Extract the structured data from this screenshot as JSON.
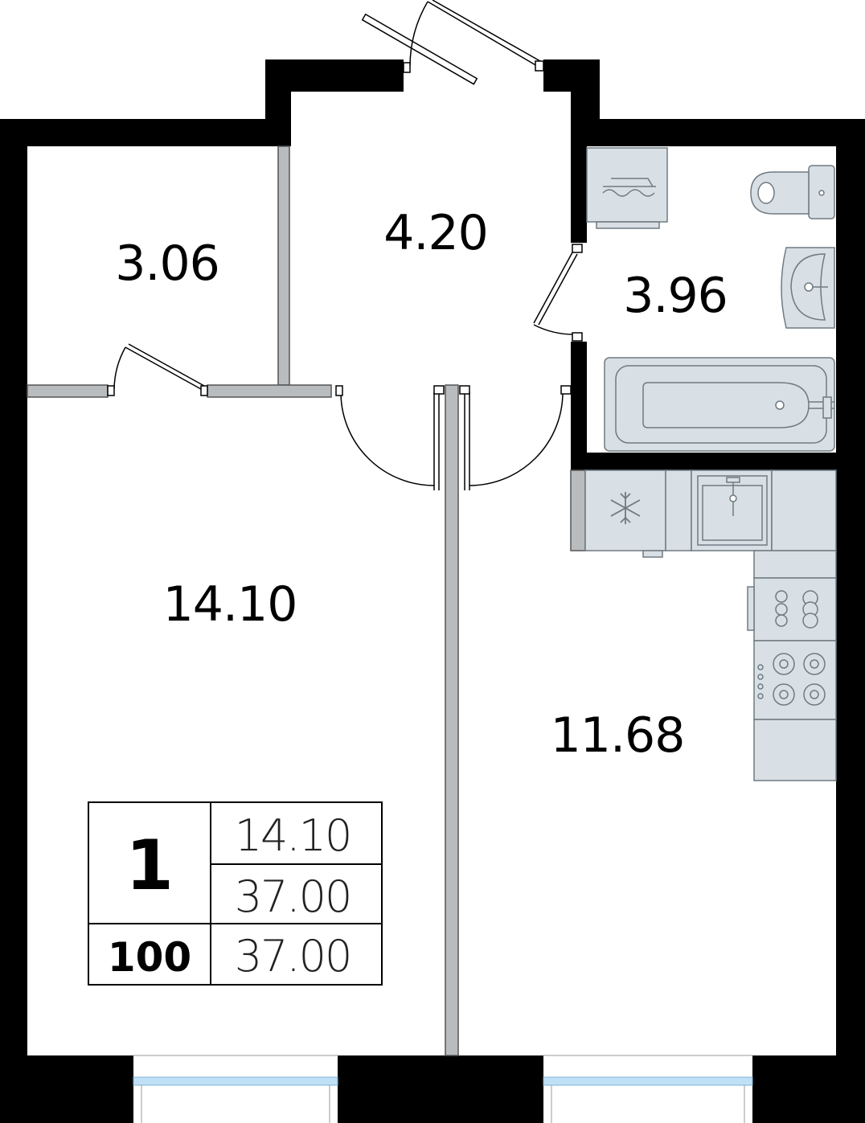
{
  "rooms": [
    {
      "id": "storage",
      "area": "3.06"
    },
    {
      "id": "hall",
      "area": "4.20"
    },
    {
      "id": "bathroom",
      "area": "3.96"
    },
    {
      "id": "bedroom",
      "area": "14.10"
    },
    {
      "id": "kitchen",
      "area": "11.68"
    }
  ],
  "info_box": {
    "rooms_count": "1",
    "living_area": "14.10",
    "total_area": "37.00",
    "percent": "100",
    "total_area_with_coeff": "37.00"
  },
  "colors": {
    "wall": "#000000",
    "partition": "#b9bcbf",
    "fixture_fill": "#d9e0e5",
    "fixture_stroke": "#6f7a82",
    "window_glass": "#bfe0f5"
  },
  "icons": [
    "washing-machine-icon",
    "toilet-icon",
    "sink-icon",
    "bathtub-icon",
    "fridge-icon",
    "kitchen-sink-icon",
    "stove-icon",
    "snowflake-icon"
  ]
}
